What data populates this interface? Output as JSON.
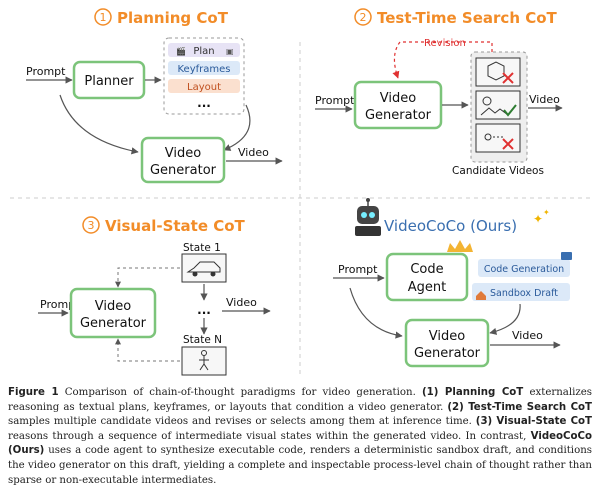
{
  "panels": {
    "planning": {
      "number": "1",
      "title": "Planning CoT",
      "prompt": "Prompt",
      "planner": "Planner",
      "items": [
        "Plan",
        "Keyframes",
        "Layout",
        "..."
      ],
      "generator_line1": "Video",
      "generator_line2": "Generator",
      "output": "Video"
    },
    "search": {
      "number": "2",
      "title": "Test-Time Search CoT",
      "revision": "Revision",
      "prompt": "Prompt",
      "generator_line1": "Video",
      "generator_line2": "Generator",
      "output": "Video",
      "candidates_label": "Candidate Videos"
    },
    "visual": {
      "number": "3",
      "title": "Visual-State CoT",
      "prompt": "Prompt",
      "generator_line1": "Video",
      "generator_line2": "Generator",
      "output": "Video",
      "state_first": "State 1",
      "ellipsis": "...",
      "state_last": "State N"
    },
    "ours": {
      "title": "VideoCoCo (Ours)",
      "prompt": "Prompt",
      "agent_line1": "Code",
      "agent_line2": "Agent",
      "item1": "Code Generation",
      "item2": "Sandbox Draft",
      "generator_line1": "Video",
      "generator_line2": "Generator",
      "output": "Video"
    }
  },
  "caption": {
    "label": "Figure 1",
    "s1": " Comparison of chain-of-thought paradigms for video generation. ",
    "b1": "(1) Planning CoT",
    "s2": " externalizes reasoning as textual plans, keyframes, or layouts that condition a video generator. ",
    "b2": "(2) Test-Time Search CoT",
    "s3": " samples multiple candidate videos and revises or selects among them at inference time. ",
    "b3": "(3) Visual-State CoT",
    "s4": " reasons through a sequence of intermediate visual states within the generated video. In contrast, ",
    "b4": "VideoCoCo (Ours)",
    "s5": " uses a code agent to synthesize executable code, renders a deterministic sandbox draft, and conditions the video generator on this draft, yielding a complete and inspectable process-level chain of thought rather than sparse or non-executable intermediates."
  },
  "colors": {
    "orange": "#f28c28",
    "green": "#7cc47a",
    "blue": "#3a6fb0",
    "plan_bg": "#e7e3f5",
    "keyframes_bg": "#dce9f8",
    "layout_bg": "#fbe0cf",
    "red": "#e03131",
    "gray": "#555555"
  }
}
